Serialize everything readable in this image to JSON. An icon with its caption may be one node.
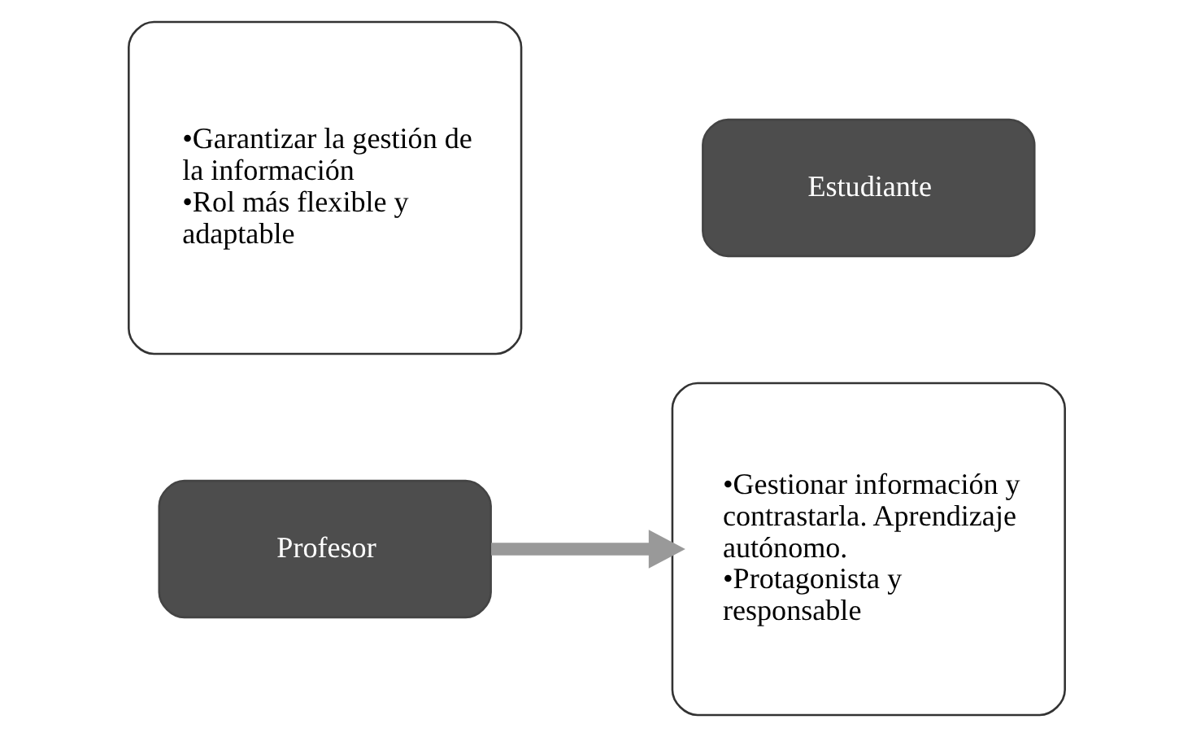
{
  "diagram": {
    "nodes": [
      {
        "text": [
          "•Garantizar la gestión de la información",
          "•Rol más flexible y adaptable"
        ]
      },
      {
        "text": [
          "Profesor"
        ]
      },
      {
        "text": [
          "•Gestionar información y contrastarla. Aprendizaje autónomo.",
          "•Protagonista y responsable"
        ]
      },
      {
        "text": [
          "Estudiante"
        ]
      }
    ],
    "edges": [
      {
        "from": 1,
        "to": 2,
        "arrow": "to"
      }
    ]
  }
}
